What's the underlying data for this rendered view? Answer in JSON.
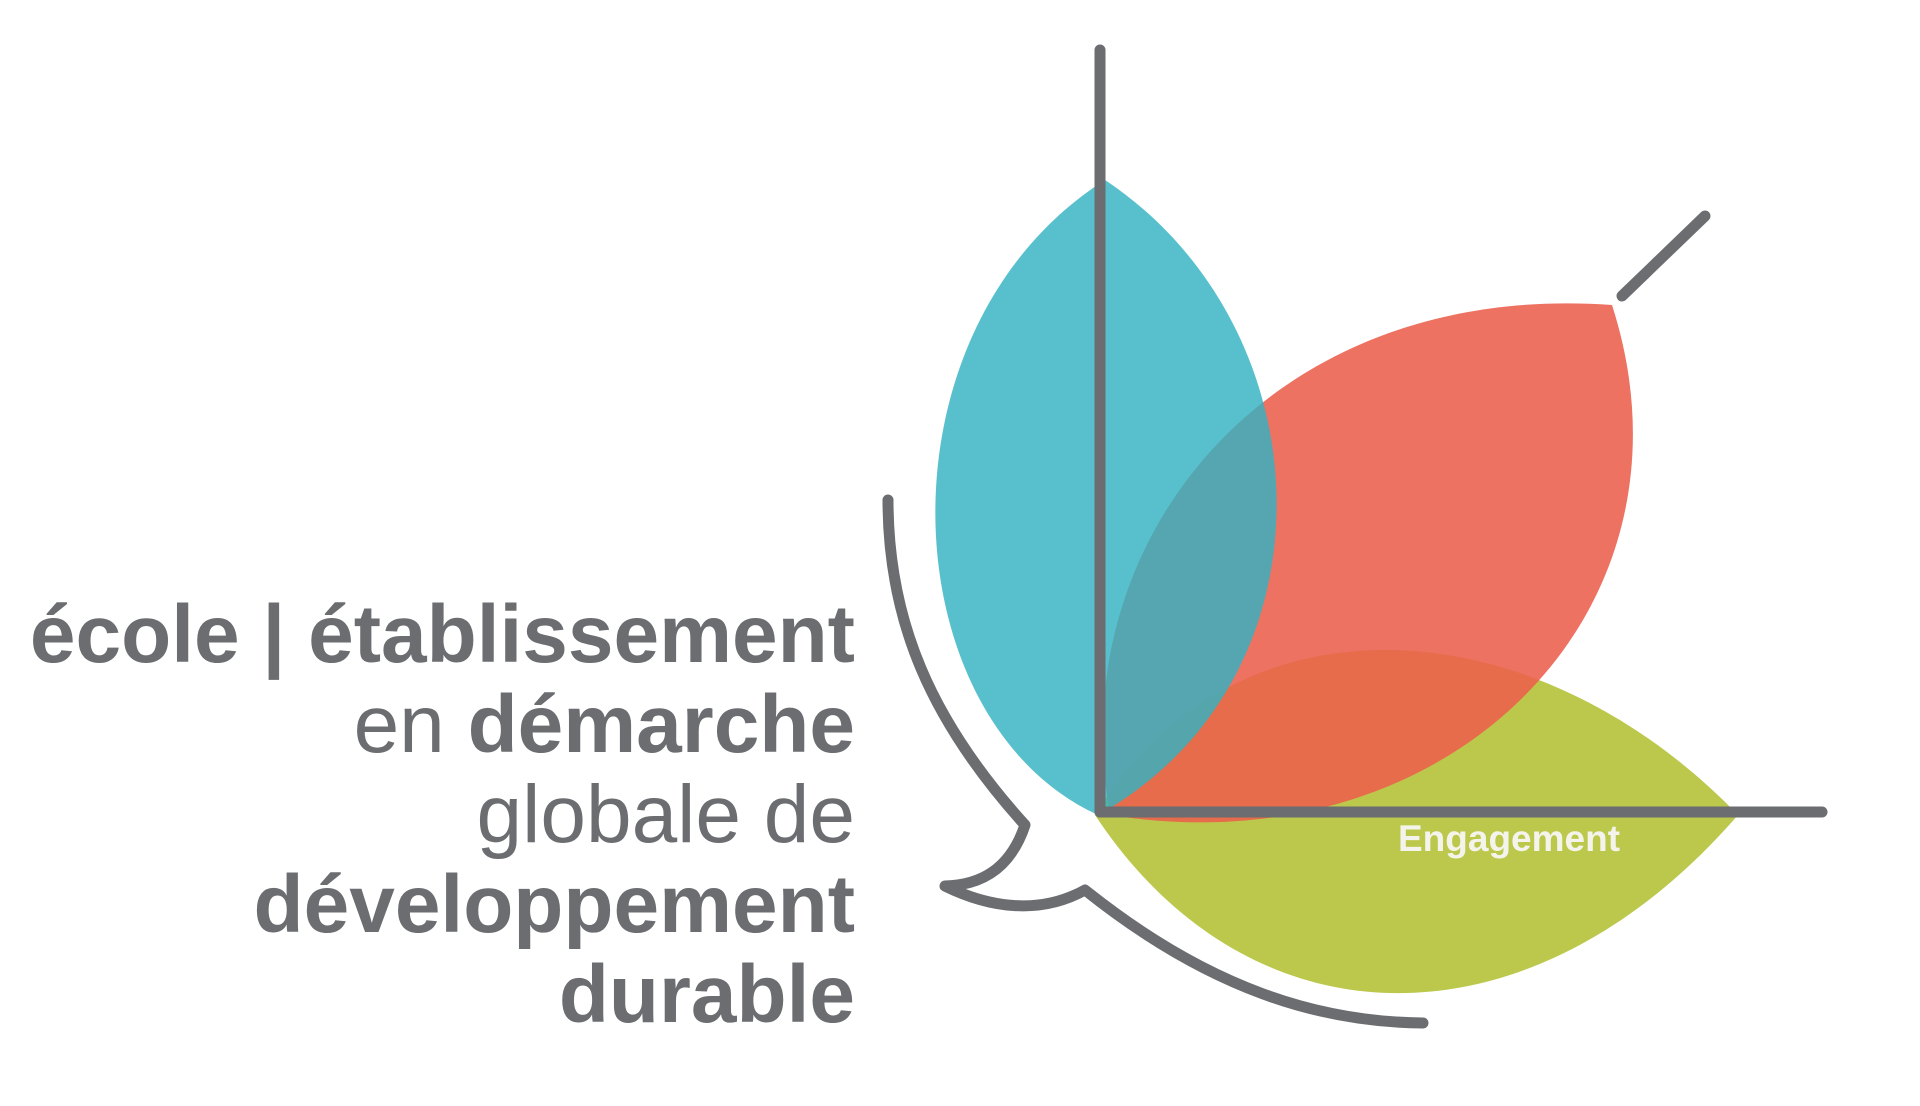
{
  "tagline": {
    "line1_bold_a": "école",
    "line1_separator": " | ",
    "line1_bold_b": "établissement",
    "line2_light": "en ",
    "line2_bold": "démarche",
    "line3_light": "globale de",
    "line4_bold": "développement",
    "line5_bold": "durable"
  },
  "emblem": {
    "label": "Engagement",
    "colors": {
      "text_gray": "#6b6d70",
      "stroke_gray": "#6b6d70",
      "leaf_teal": "#33b2c2",
      "leaf_red": "#ec5e4c",
      "leaf_green": "#bcc84b",
      "label_white": "#f4f4ec"
    }
  }
}
